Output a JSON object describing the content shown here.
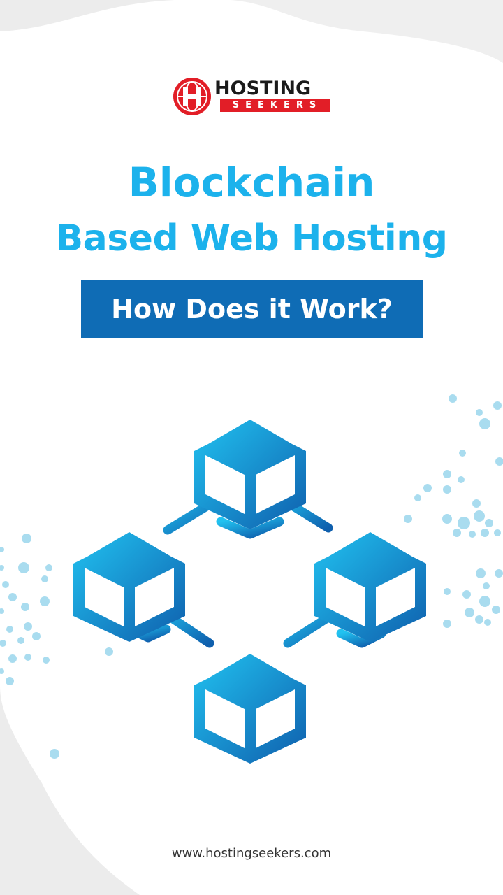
{
  "brand": {
    "name": "HOSTING",
    "tagline": "SEEKERS",
    "logo_icon": "globe-h-icon",
    "red": "#e21e27"
  },
  "headline": {
    "line1": "Blockchain",
    "line2": "Based Web Hosting"
  },
  "subheadline": "How Does it Work?",
  "illustration": {
    "icon": "blockchain-network-icon",
    "blocks": 4,
    "gradient_start": "#21c2f0",
    "gradient_end": "#0f5fad"
  },
  "footer_url": "www.hostingseekers.com",
  "colors": {
    "title": "#1cb2ec",
    "badge": "#0f6cb5",
    "dots": "#a9dcef",
    "background": "#ffffff",
    "background_shade": "#ececec"
  }
}
